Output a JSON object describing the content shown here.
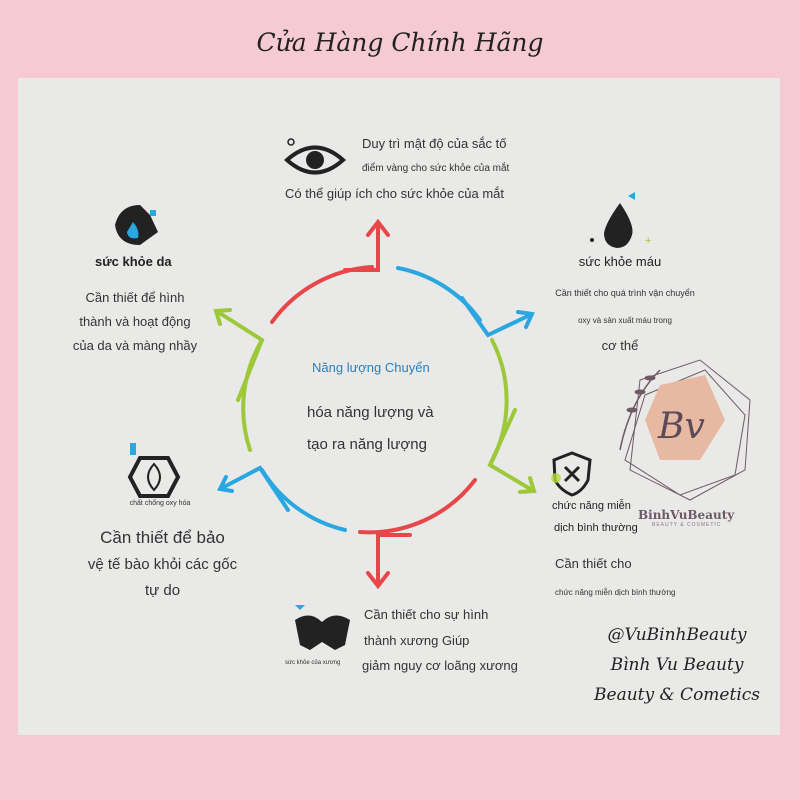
{
  "header": {
    "title": "Cửa Hàng Chính Hãng"
  },
  "center": {
    "line1": "Năng lượng Chuyển",
    "line2": "hóa năng lượng và",
    "line3": "tạo ra năng lượng"
  },
  "eye": {
    "line1": "Duy trì mật độ của sắc tố",
    "line2": "điểm vàng cho sức khỏe của mắt",
    "line3": "Có thể giúp ích cho sức khỏe của mắt"
  },
  "skin": {
    "label": "sức khỏe da",
    "line1": "Cần thiết để hình",
    "line2": "thành và hoạt động",
    "line3": "của da và màng nhầy"
  },
  "blood": {
    "label": "sức khỏe máu",
    "line1": "Cần thiết cho quá trình vận chuyển",
    "line2": "oxy và sản xuất máu trong",
    "line3": "cơ thể"
  },
  "antioxidant": {
    "label": "chất chống oxy hóa",
    "line1": "Cần thiết để bảo",
    "line2": "vệ tế bào khỏi các gốc",
    "line3": "tự do"
  },
  "immune": {
    "label1": "chức năng miễn",
    "label2": "dịch bình thường",
    "line1": "Cần thiết cho",
    "line2": "chức năng miễn dịch bình thường"
  },
  "bone": {
    "label": "sức khỏe của xương",
    "line1": "Cần thiết cho sự hình",
    "line2": "thành xương Giúp",
    "line3": "giảm nguy cơ loãng xương"
  },
  "logo": {
    "letters": "Bv",
    "name": "BinhVuBeauty",
    "sub": "BEAUTY & COSMETIC"
  },
  "brand": {
    "handle": "@VuBinhBeauty",
    "name": "Bình Vu Beauty",
    "tagline": "Beauty & Cometics"
  },
  "colors": {
    "red": "#e8474a",
    "blue": "#2aa6e0",
    "green": "#9cc83a",
    "background": "#f5cad3"
  }
}
